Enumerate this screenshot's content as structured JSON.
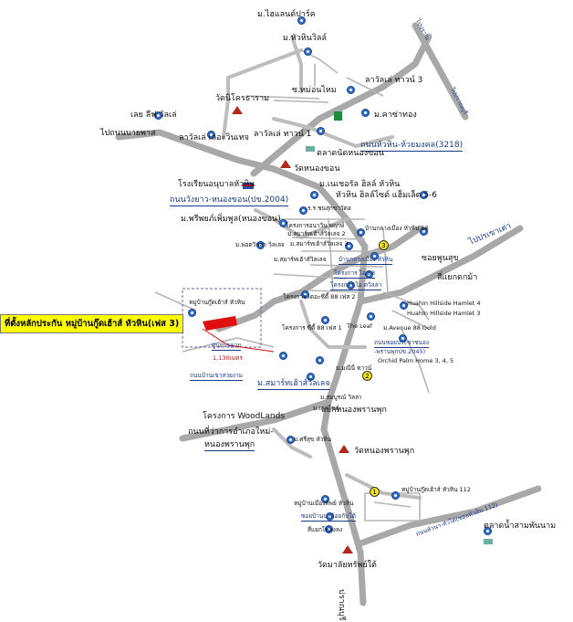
{
  "labels": {
    "highland_park": "ม.ไฮแลนด์ปาร์ค",
    "to_pranburi_top": "ไปปราณ",
    "to_pranburi_right": "ไปปราณบุรี",
    "huahin_villa": "ม.หัวหินวิลล์",
    "hua_hin_nongkhon_top": "ซ.หม่อนไหม",
    "laguna3": "ลาวัลเล่ ทาวน์ 3",
    "kasathong": "ม.คาซ่าทอง",
    "wat_khao": "วัดนิโครธาราม",
    "life_villa": "เลย ลีฟ วัลเล่",
    "to_nong_pla_lai": "ไปถนนบายพาส",
    "lavalle_wincha": "ลาวัลเล่ เลอะวินเทจ",
    "lavalle_town1": "ลาวัลเล่ ทาวน์ 1",
    "road_3218": "ถนนหัวหิน-ห้วยมงคล(3218)",
    "market": "ตลาดนัดหนองขอน",
    "wat_nongkhon": "วัดหนองขอน",
    "school": "โรงเรียนอนุบาลหัวหิน",
    "rd_2004": "ถนนวังยาว-หนองขอน(ปข.2004)",
    "nature_hills": "ม.เนเชอรัล ฮิลล์ หัวหิน",
    "hillside": "หัวหิน ฮิลล์ไซด์ แฮ็มเล็ต 5-6",
    "wat_nongkhon_school": "ร.ร.ชนสุกขาวัตอ",
    "perm_pool": "ม.พรีพยภ์เพิ่มพูล(หนองขอน)",
    "proj_anyaphon": "โครงการอนาวิน พฤกษ์",
    "smart_home2": "ม.สมาร์ทเฮ้าส์วิลเลจ 2",
    "phawadi": "ม.พ่อดวิลล่า วิลเลจ",
    "smart3": "ม.สมาร์ทเฮ้าส์วิลเลจ 3",
    "prem_88": "บ้านกลางเมือง หัวหิน 88",
    "ban_klang": "บ้านกลางเมือง หัวหิน",
    "smart_village": "ม.สมาร์ทเฮ้าส์วิลเลจ",
    "project_88": "โครงการ ไอ 88",
    "to_khao_tao": "ไปปรเขาเต่า",
    "soi_phu_suk": "ซอยพูนสุข",
    "intersection_pa": "สี่แยกดกม้า",
    "proj_i88": "โครงการ ไอ.ตวิลล่า",
    "hh_hamlet4": "Huahin Hillside Hamlet 4",
    "hh_hamlet3": "Huahin Hillside Hamlet 3",
    "proj_88ph2": "โครงการ เดอะซีตี้ 88 เฟส 2",
    "proj_88ph1": "โครงการ ซีตี้ 88 เฟส 1",
    "the_leaf": "The Leaf",
    "avenue88": "ม.Avenue 88 Gold",
    "rd_soi_nong": "ถนนซอยประชาชนอง",
    "rd_pr2045": "-พรานพุกปข.2045)",
    "orchid": "Orchid Palm Home 3, 4, 5",
    "highlight_text": "ที่ตั้งหลักประกัน หมู่บ้านกู๊ดเฮ้าส์ หัวหิน(เฟส 3)",
    "goodhouse_label": "หมู่บ้านกู๊ดเฮ้าส์ หัวหิน",
    "community": "ศูนยบขยาย",
    "distance": "1,130เมตร",
    "road_khao_sam": "ถนนบ้านเขาสวยงาม",
    "manee_town": "ม.มณีนี่ ทาวน์",
    "smart_house_village": "ม.สมาร์ทเฮ้าส์วิลเลจ",
    "semsuk": "ม.สมบูรณ์ วิลล่า",
    "lakeside": "ม.เลคไซด์",
    "nong_phran_intersection": "แยกหนองพรานพุก",
    "woodlands": "โครงการ WoodLands",
    "rd_amphoe": "ถนนที่ว่าการอำเภอใหม่-",
    "rd_nongphran": "หนองพรานพุก",
    "srisuk": "ม.ศรีสุข หัวหิน",
    "wat_nongphran": "วัดหนองพรานพุก",
    "goodhouse_112": "หมู่บ้านกู๊ดเฮ้าส์ หัวหิน 112",
    "mueang_mai": "หมู่บ้านเมืองทัพย์ หัวหิน",
    "soi_nam_dai": "ซอยบ้านนาต้อยกับได้",
    "intersection_pho": "สี่แยกโพล่งลง",
    "rd_112": "ถนนหัวนา-หัวได้(ซอยหัวหิน 112)",
    "market_sam_phan": "ตลาดน้ำสามพันนาม",
    "wat_mahathat": "วัดมาลัยทรัพย์ใต้",
    "pranburi_bottom": "ปราณบุรี"
  },
  "markers": {
    "one": "1",
    "two": "2",
    "three": "3"
  },
  "colors": {
    "road": "#a8a8a8",
    "pin": "#2f6fd0",
    "highlight": "#ffff00",
    "property": "#e01010",
    "temple": "#b2281d",
    "boundary_box": "#7a5fb3"
  }
}
